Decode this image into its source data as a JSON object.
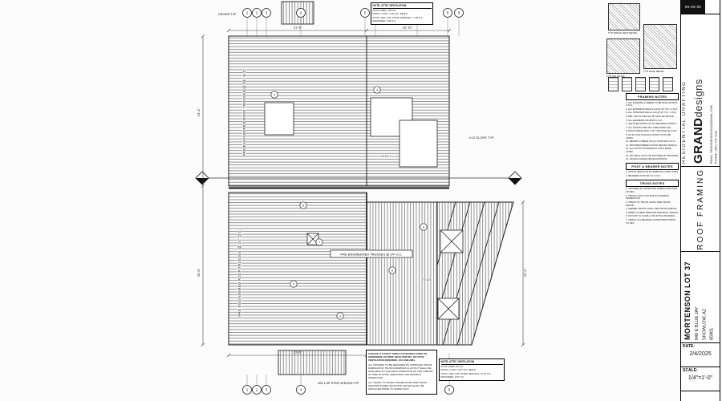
{
  "title_block": {
    "badge": "06-00-00",
    "brand": {
      "tagline": "RESIDENTIAL DRAFTING",
      "name_bold": "GRAND",
      "name_light": "designs",
      "email": "EMAIL: GRANDDESIGNSAZ@GMAIL.COM",
      "phone": "PHONE: (480) 735-0226"
    },
    "sheet_title": "ROOF FRAMING",
    "project": {
      "name": "MORTENSON LOT 37",
      "address1": "840 E BLUE JAY",
      "address2": "SHOWLOW, AZ",
      "address3": "85901"
    },
    "date_label": "DATE:",
    "date_value": "2/4/2025",
    "scale_label": "SCALE:",
    "scale_value": "1/4\"=1'-0\""
  },
  "details": {
    "captions": [
      "TYP. RIDGE VENT DETAIL",
      "TYP. EAVE DETAIL",
      "TYP. HIP DETAIL"
    ]
  },
  "notes_panel": {
    "framing_header": "FRAMING NOTES",
    "framing": [
      "1. ALL FRAMING LUMBER TO BE DF#2 OR BTR. U.N.O.",
      "2. ALL EXTERIOR WALLS 2x6 @ 16\" O.C. U.N.O.",
      "3. ALL INTERIOR WALLS 2x4 @ 16\" O.C. U.N.O.",
      "4. DBL TOP PLATES W/ 48\" MIN LAP SPLICE.",
      "5. ALL HEADERS 4x8 DF#2 U.N.O.",
      "6. SOLID BLOCKING AT ALL BEARING POINTS.",
      "7. ALL NAILING PER IRC TABLE R602.3(1).",
      "8. ROOF SHEATHING 7/16\" OSB W/ 8d @ 6\"/12\".",
      "9. H2.5A CLIP AT EACH TRUSS TO PLATE CONN.",
      "10. BEAMS TO BEAR ON (2) STUD MIN U.N.O.",
      "11. PROVIDE FIREBLOCKING PER IRC R302.11.",
      "12. ALL POSTS W/ SIMPSON CAP & BASE CONN.",
      "13. NO FIELD CUTS OR NOTCHES IN TRUSSES.",
      "14. FASCIA & EAVE PER ELEVATIONS."
    ],
    "post_header": "POST & BEARER NOTES",
    "post": [
      "1. POSTS PER PLAN W/ SIMPSON CC/BC CAPS.",
      "2. BEARERS GLB 24F-V4 U.N.O."
    ],
    "truss_header": "TRUSS NOTES",
    "truss": [
      "1. TRUSSES BY APPROVED FABRICATOR PER AZ REG.",
      "2. TRUSS CALCS ON SITE AT FRAMING INSPECTION.",
      "3. TRUSS TO TRUSS CONN. PER TRUSS MANUF.",
      "4. GIRDER TRUSS CONN. PER TRUSS MANUF.",
      "5. PERM. & TEMP. BRACING PER BCSI / MANUF.",
      "6. DO NOT CUT, DRILL OR NOTCH TRUSSES.",
      "7. VERIFY ALL BEARING CONDITIONS PRIOR TO SET."
    ]
  },
  "plan": {
    "labels": {
      "trusses_v": "PRE ENGINEERED ROOF TRUSSES @ 24\" O.C.",
      "trusses_h": "PRE ENGINEERED TRUSSES @ 24\" O.C.",
      "slope_typ": "4:12 SLOPE TYP",
      "slope_612": "6:12",
      "ledger": "LEDGER TYP",
      "strip_vent": "LED 1.25\" STRIP VENTING TYP"
    },
    "dims": {
      "top1": "21'-6\"",
      "top2": "12'-10\"",
      "left1": "23'-4\"",
      "left2": "25'-0\"",
      "bottom1": "21'-6\"",
      "right1": "22'-2\""
    },
    "bubbles_top": [
      "1",
      "2",
      "3",
      "4",
      "5",
      "6",
      "7",
      "8",
      "9"
    ],
    "bubbles_bottom": [
      "1",
      "2",
      "3",
      "4",
      "5",
      "6"
    ],
    "callouts": [
      "5",
      "7",
      "5",
      "3",
      "8",
      "6",
      "4",
      "2"
    ],
    "vent_note_top": {
      "title": "NOTE: ATTIC VENTILATION",
      "rows": [
        "ATTIC AREA: 794 S.F.",
        "RATIO: 1:150 = 5.29 S.F. REQ'D",
        "ATTIC: LED 1.25\" STRIP VENTING = 1.32 S.F.",
        "PROVIDED: 5.32 S.F."
      ]
    },
    "vent_note_bottom": {
      "title": "NOTE: ATTIC VENTILATION",
      "rows": [
        "ATTIC AREA: 85 S.F.",
        "RATIO: 1:150 = 0.57 S.F. REQ'D",
        "ATTIC: LED 1.25\" STRIP VENTING = 0.57 S.F.",
        "PROVIDED: 0.57 S.F."
      ]
    },
    "foam_note": {
      "p1": "GARAGE & CASITA: SPRAY FOAM INSULATION TO UNDERSIDE OF ROOF DECK PER IRC. NO ATTIC VENTILATION REQUIRED. ICC ESR-3881.",
      "p2": "ALL TRUSSES TO BE DESIGNED BY APPROVED TRUSS FABRICATOR. TRUSS DRAWINGS & LAYOUT SHALL BE AVAILABLE TO THE FIELD INSPECTOR ON THE JOBSITE AT TIME OF ROOF SHEATHING AND FRAMING INSPECTION.",
      "p3": "ALL TRUSS TO TRUSS CONNECTIONS PER TRUSS MANUFACTURER. BLOCKING SHOWN SHALL BE INSTALLED PRIOR TO INSPECTION."
    }
  }
}
